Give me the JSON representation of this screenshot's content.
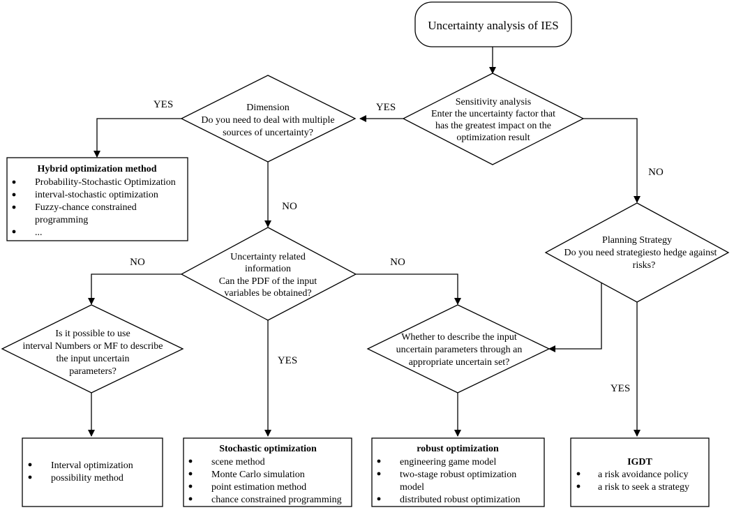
{
  "start": {
    "label": "Uncertainty analysis of IES"
  },
  "sensitivity": {
    "lines": [
      "Sensitivity analysis",
      "Enter the uncertainty factor that",
      "has the greatest impact on the",
      "optimization result"
    ]
  },
  "dimension": {
    "lines": [
      "Dimension",
      "Do you need to deal with multiple",
      "sources of uncertainty?"
    ]
  },
  "hybrid": {
    "title": "Hybrid optimization method",
    "items": [
      "Probability-Stochastic Optimization",
      "interval-stochastic optimization",
      "Fuzzy-chance constrained",
      "programming",
      "..."
    ]
  },
  "uncertainty_info": {
    "lines": [
      "Uncertainty related",
      "information",
      "Can the PDF of the input",
      "variables be obtained?"
    ]
  },
  "planning": {
    "lines": [
      "Planning Strategy",
      "Do you need strategiesto hedge against",
      "risks?"
    ]
  },
  "interval_q": {
    "lines": [
      "Is it possible to use",
      "interval Numbers or MF to describe",
      "the input uncertain",
      "parameters?"
    ]
  },
  "uncertain_set_q": {
    "lines": [
      "Whether to describe the input",
      "uncertain parameters through an",
      "appropriate uncertain set?"
    ]
  },
  "interval_box": {
    "items": [
      "Interval optimization",
      "possibility method"
    ]
  },
  "stochastic": {
    "title": "Stochastic optimization",
    "items": [
      "scene method",
      "Monte Carlo simulation",
      "point estimation method",
      "chance constrained programming"
    ]
  },
  "robust": {
    "title": "robust optimization",
    "items": [
      "engineering game model",
      "two-stage robust optimization",
      "model",
      "distributed robust optimization"
    ]
  },
  "igdt": {
    "title": "IGDT",
    "items": [
      "a risk avoidance policy",
      "a risk to seek a strategy"
    ]
  },
  "edge_labels": {
    "sens_yes": "YES",
    "sens_no": "NO",
    "dim_yes": "YES",
    "dim_no": "NO",
    "info_no_left": "NO",
    "info_no_right": "NO",
    "info_yes": "YES",
    "plan_yes": "YES"
  }
}
